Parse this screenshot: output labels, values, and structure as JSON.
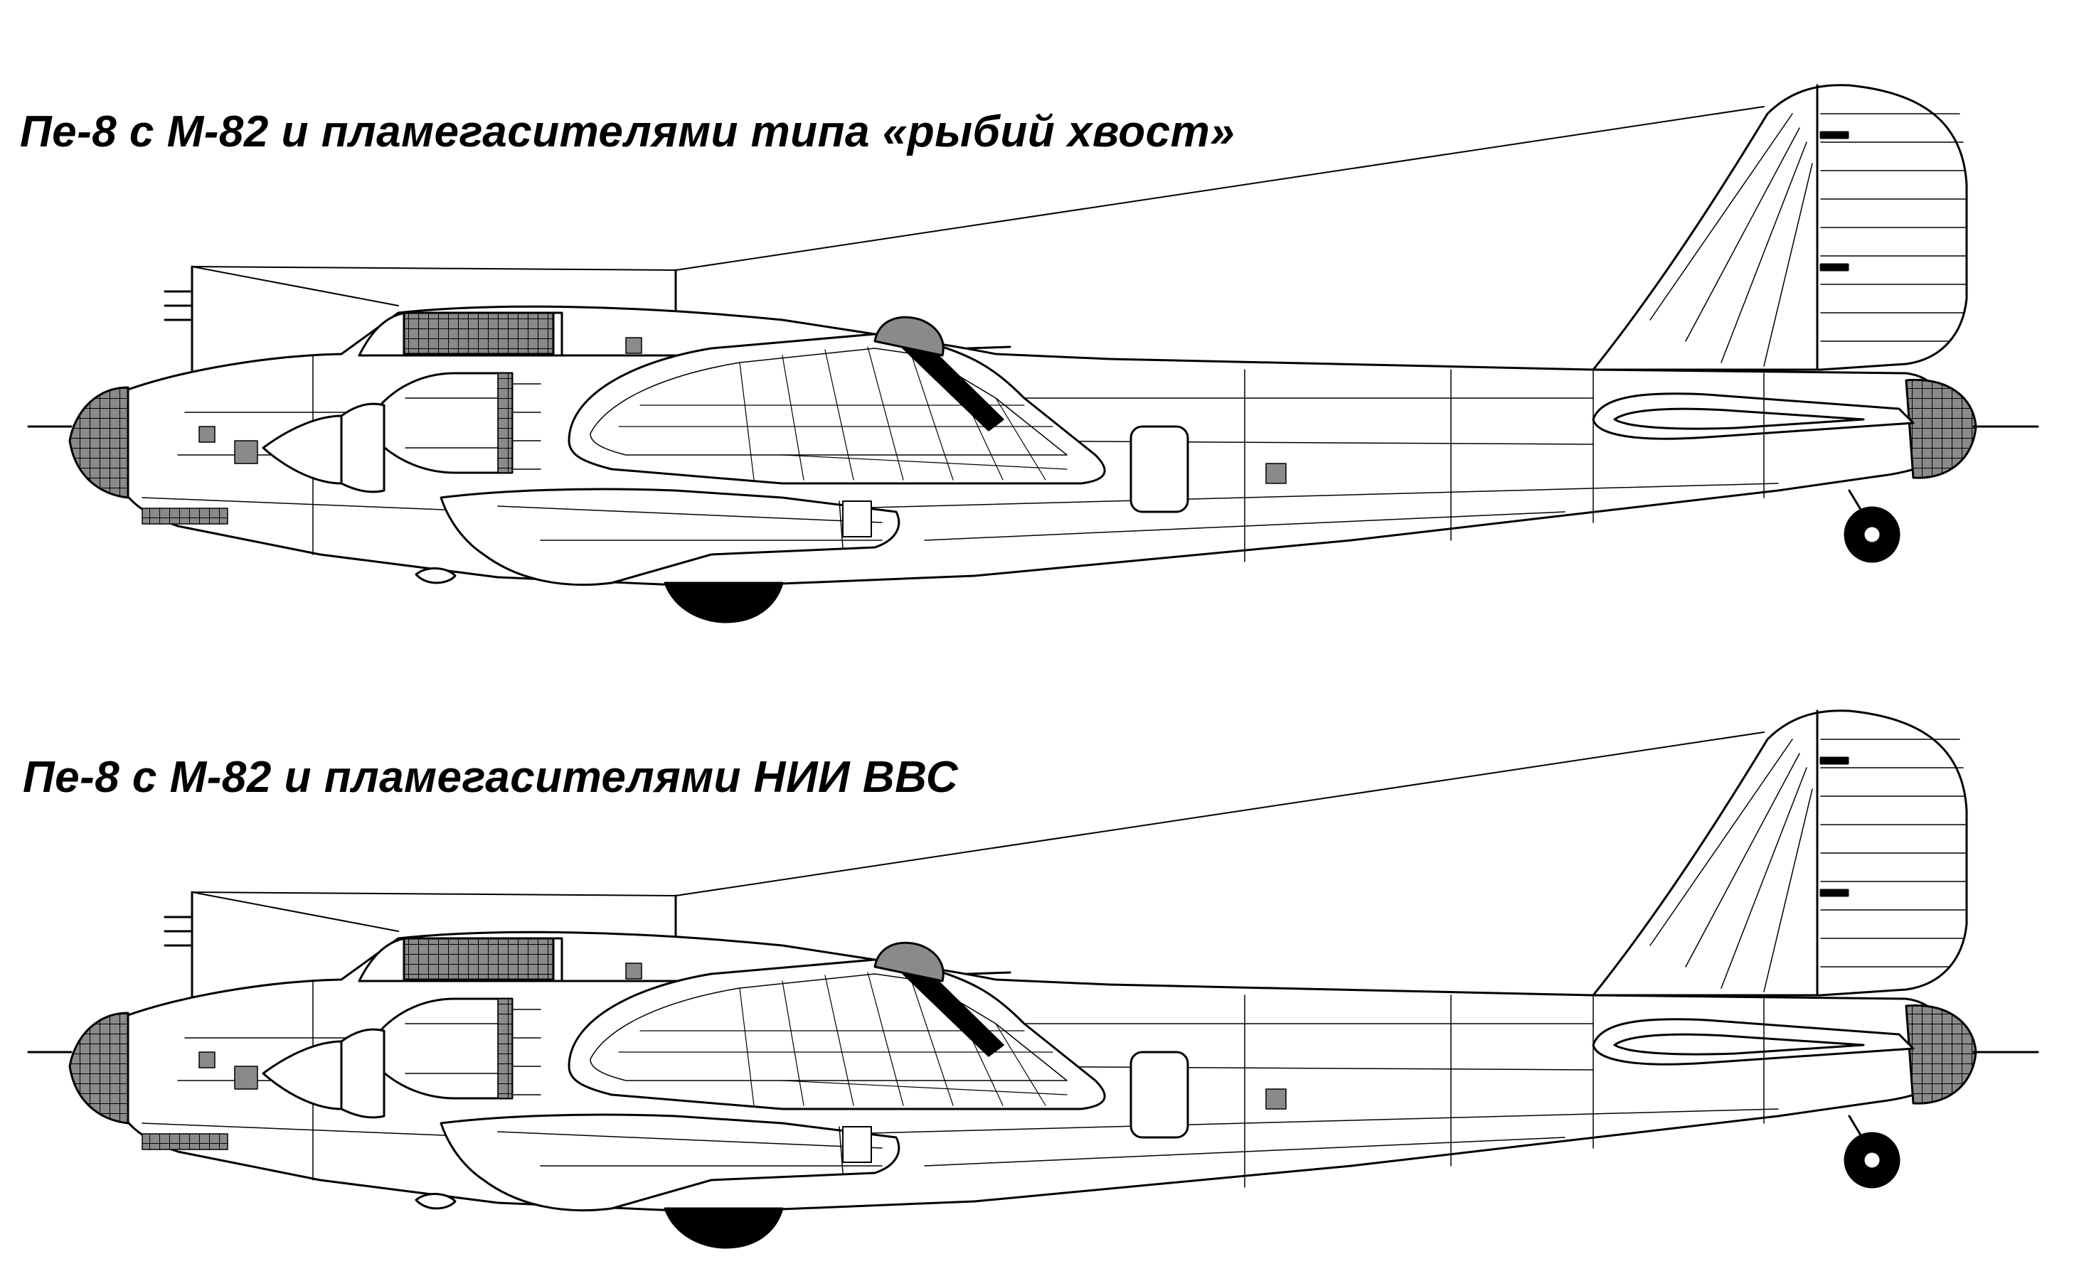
{
  "captions": {
    "top": "Пе-8 с М-82 и пламегасителями типа «рыбий хвост»",
    "bottom": "Пе-8 с М-82 и пламегасителями НИИ ВВС"
  },
  "drawings": [
    {
      "key": "top",
      "variant": "fish-tail flame dampers"
    },
    {
      "key": "bottom",
      "variant": "NII VVS flame dampers"
    }
  ],
  "colors": {
    "line": "#000000",
    "glazing": "#8a8a8a",
    "tyre": "#000000",
    "background": "#ffffff"
  }
}
